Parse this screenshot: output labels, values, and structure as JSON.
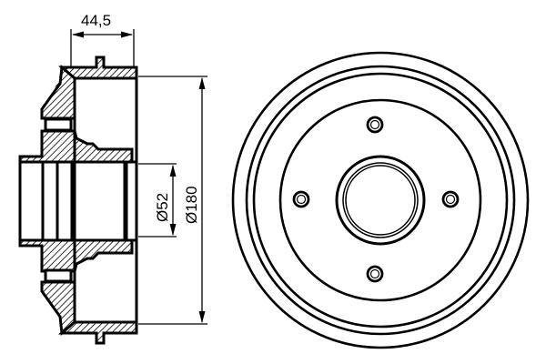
{
  "diagram": {
    "subject": "Brake drum technical drawing",
    "views": [
      {
        "name": "cross-section side view",
        "position": "left"
      },
      {
        "name": "front view",
        "position": "right"
      }
    ],
    "dimensions": {
      "width": "44,5",
      "hub_bore_diameter": "Ø52",
      "drum_diameter": "Ø180"
    },
    "front_view": {
      "bolt_holes": 4,
      "concentric_outer_rings": 3
    },
    "colors": {
      "line": "#000000",
      "background": "#ffffff"
    }
  }
}
